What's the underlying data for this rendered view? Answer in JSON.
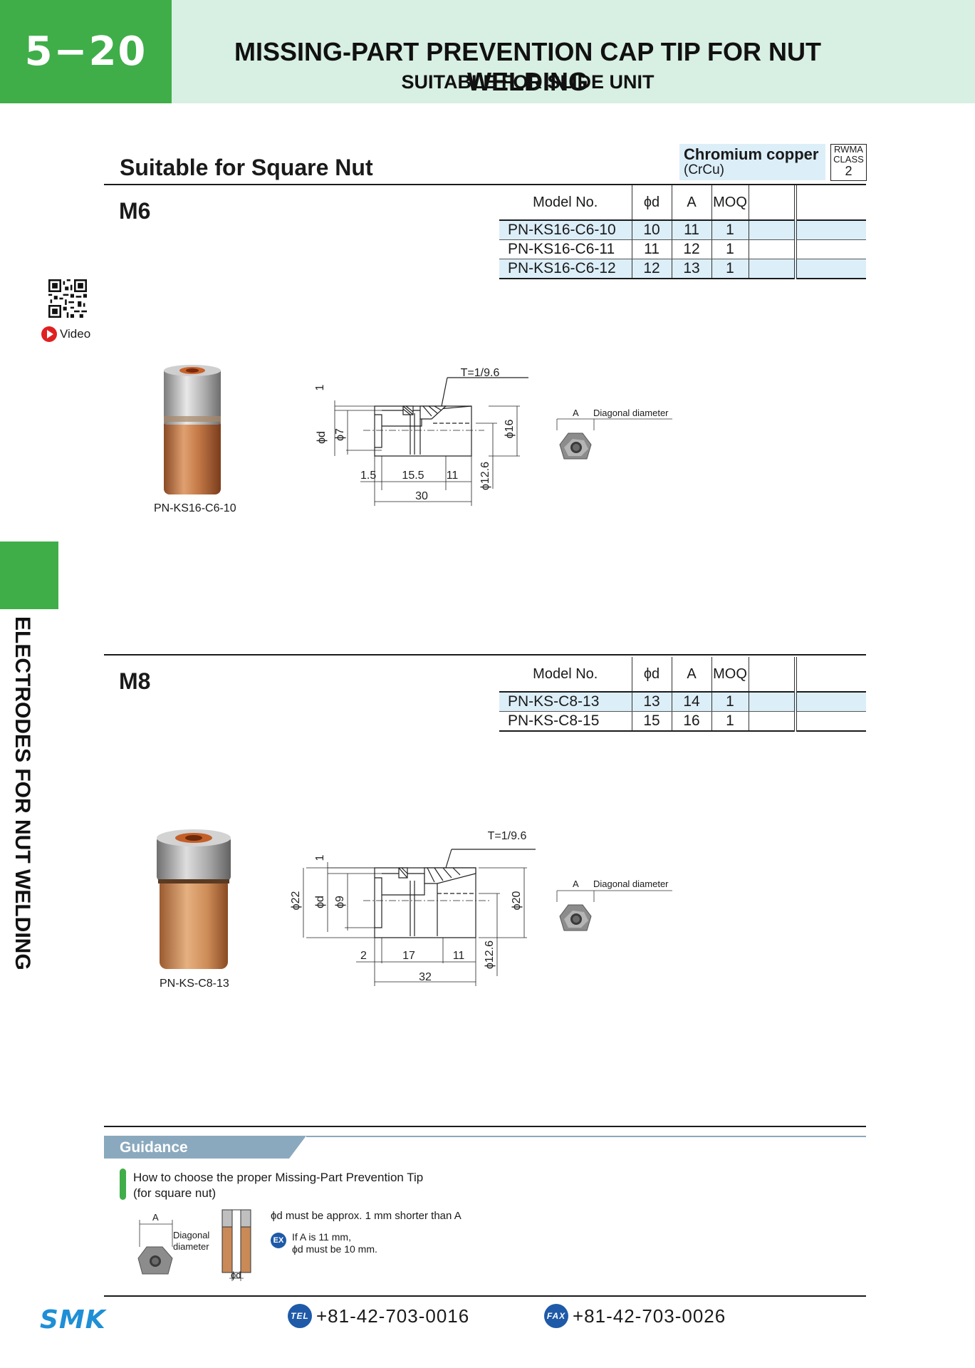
{
  "header": {
    "page_number": "5−20",
    "title": "MISSING-PART PREVENTION CAP TIP FOR NUT WELDING",
    "subtitle": "SUITABLE FOR SLIDE UNIT"
  },
  "section": {
    "title": "Suitable for Square Nut",
    "material_name": "Chromium copper",
    "material_code": "(CrCu)",
    "rwma_line1": "RWMA",
    "rwma_line2": "CLASS",
    "rwma_class": "2"
  },
  "side_tab_text": "ELECTRODES FOR NUT WELDING",
  "video_label": "Video",
  "table_headers": {
    "model": "Model No.",
    "d": "ϕd",
    "a": "A",
    "moq": "MOQ"
  },
  "m6": {
    "label": "M6",
    "rows": [
      {
        "model": "PN-KS16-C6-10",
        "d": "10",
        "a": "11",
        "moq": "1"
      },
      {
        "model": "PN-KS16-C6-11",
        "d": "11",
        "a": "12",
        "moq": "1"
      },
      {
        "model": "PN-KS16-C6-12",
        "d": "12",
        "a": "13",
        "moq": "1"
      }
    ],
    "photo_caption": "PN-KS16-C6-10",
    "drawing": {
      "taper": "T=1/9.6",
      "dim_1": "1",
      "dim_phid": "ϕd",
      "dim_phi7": "ϕ7",
      "dim_phi16": "ϕ16",
      "dim_phi126": "ϕ12.6",
      "dim_15": "1.5",
      "dim_155": "15.5",
      "dim_11": "11",
      "dim_30": "30"
    },
    "nut_a": "A",
    "nut_diag": "Diagonal diameter"
  },
  "m8": {
    "label": "M8",
    "rows": [
      {
        "model": "PN-KS-C8-13",
        "d": "13",
        "a": "14",
        "moq": "1"
      },
      {
        "model": "PN-KS-C8-15",
        "d": "15",
        "a": "16",
        "moq": "1"
      }
    ],
    "photo_caption": "PN-KS-C8-13",
    "drawing": {
      "taper": "T=1/9.6",
      "dim_1": "1",
      "dim_phi22": "ϕ22",
      "dim_phid": "ϕd",
      "dim_phi9": "ϕ9",
      "dim_phi20": "ϕ20",
      "dim_phi126": "ϕ12.6",
      "dim_2": "2",
      "dim_17": "17",
      "dim_11": "11",
      "dim_32": "32"
    },
    "nut_a": "A",
    "nut_diag": "Diagonal diameter"
  },
  "guidance": {
    "title": "Guidance",
    "heading_line1": "How to choose the proper Missing-Part Prevention Tip",
    "heading_line2": "(for square nut)",
    "rule": "ϕd must be approx. 1 mm shorter than A",
    "example_badge": "EX",
    "example_line1": "If A is 11 mm,",
    "example_line2": "ϕd must be 10 mm.",
    "fig_a": "A",
    "fig_diag1": "Diagonal",
    "fig_diag2": "diameter",
    "fig_phid": "ϕd"
  },
  "footer": {
    "logo": "SMK",
    "tel_badge": "TEL",
    "tel": "+81-42-703-0016",
    "fax_badge": "FAX",
    "fax": "+81-42-703-0026"
  },
  "colors": {
    "brand_green": "#3fae49",
    "header_bg": "#d8efe3",
    "row_highlight": "#dceef8",
    "guidance_bar": "#8aa9be",
    "footer_blue": "#1e5aa8"
  }
}
